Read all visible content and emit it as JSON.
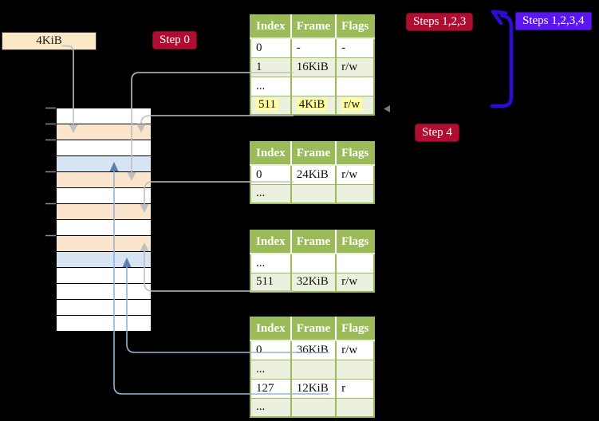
{
  "frame_box": {
    "label": "4KiB"
  },
  "badges": {
    "step0": "Step 0",
    "steps123": "Steps 1,2,3",
    "steps1234": "Steps 1,2,3,4",
    "step4": "Step 4"
  },
  "tables": [
    {
      "name": "level-4-table",
      "headers": [
        "Index",
        "Frame",
        "Flags"
      ],
      "rows": [
        {
          "cells": [
            "0",
            "-",
            "-"
          ],
          "highlight": false
        },
        {
          "cells": [
            "1",
            "16KiB",
            "r/w"
          ],
          "highlight": false
        },
        {
          "cells": [
            "...",
            "",
            ""
          ],
          "highlight": false
        },
        {
          "cells": [
            "511",
            "4KiB",
            "r/w"
          ],
          "highlight": true
        }
      ]
    },
    {
      "name": "level-3-table",
      "headers": [
        "Index",
        "Frame",
        "Flags"
      ],
      "rows": [
        {
          "cells": [
            "0",
            "24KiB",
            "r/w"
          ],
          "highlight": false
        },
        {
          "cells": [
            "...",
            "",
            ""
          ],
          "highlight": false
        }
      ]
    },
    {
      "name": "level-2-table",
      "headers": [
        "Index",
        "Frame",
        "Flags"
      ],
      "rows": [
        {
          "cells": [
            "...",
            "",
            ""
          ],
          "highlight": false
        },
        {
          "cells": [
            "511",
            "32KiB",
            "r/w"
          ],
          "highlight": false
        }
      ]
    },
    {
      "name": "level-1-table",
      "headers": [
        "Index",
        "Frame",
        "Flags"
      ],
      "rows": [
        {
          "cells": [
            "0",
            "36KiB",
            "r/w"
          ],
          "highlight": false
        },
        {
          "cells": [
            "...",
            "",
            ""
          ],
          "highlight": false
        },
        {
          "cells": [
            "127",
            "12KiB",
            "r"
          ],
          "highlight": false
        },
        {
          "cells": [
            "...",
            "",
            ""
          ],
          "highlight": false
        }
      ]
    }
  ],
  "memory": {
    "rows": [
      "white",
      "peach",
      "white",
      "blue",
      "peach",
      "white",
      "peach",
      "white",
      "peach",
      "blue",
      "white",
      "white",
      "white",
      "white"
    ]
  },
  "colors": {
    "bg": "#000000",
    "olive": "#9BBB59",
    "olive-light": "#EBF1DE",
    "peach": "#FBE5CD",
    "ltblue": "#D6E4F4",
    "wheat": "#FAE8C6",
    "crimson": "#B00D32",
    "violet": "#5A17F2",
    "gray-line": "#BFBFBF",
    "blue-line": "#95B3D7",
    "blue-head": "#5B7DB1",
    "big-arrow": "#2B0BD5",
    "highlight": "#FDFD9B"
  }
}
